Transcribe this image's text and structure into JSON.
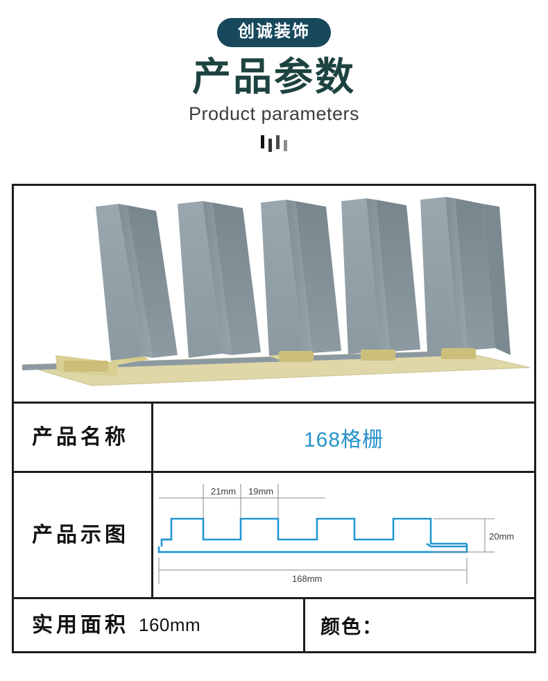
{
  "header": {
    "badge": "创诚装饰",
    "title": "产品参数",
    "subtitle": "Product parameters",
    "badge_bg": "#17485c",
    "title_color": "#1d4340",
    "divider_bar_colors": [
      "#111111",
      "#333333",
      "#4d4d4d",
      "#8d8d8d"
    ]
  },
  "product_photo": {
    "alt": "灰色木塑格栅板材实物图",
    "panel_color": "#8c9aa2",
    "core_color": "#d9cf8a",
    "rib_count": 4
  },
  "table": {
    "rows": [
      {
        "label": "产品名称",
        "value": "168格栅",
        "value_color": "#2792cc"
      },
      {
        "label": "产品示图",
        "value": ""
      }
    ],
    "area_row": {
      "label": "实用面积",
      "value": "160mm",
      "color_label": "颜色：",
      "color_value": ""
    },
    "border_color": "#1c1c1c"
  },
  "diagram": {
    "line_color": "#2196d3",
    "dim_color": "#555555",
    "dimensions": {
      "flute_width": "21mm",
      "gap_width": "19mm",
      "thickness": "20mm",
      "total_width": "168mm"
    }
  }
}
